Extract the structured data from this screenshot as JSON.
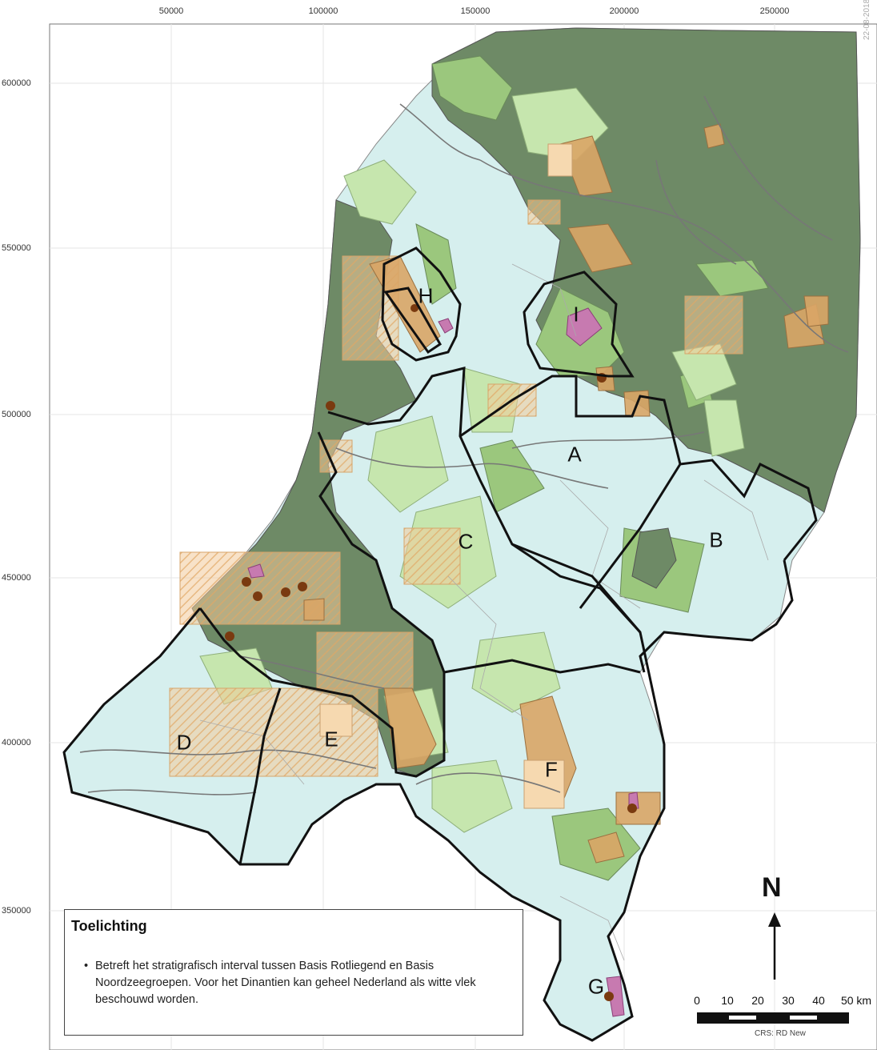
{
  "map": {
    "x_ticks": [
      "50000",
      "100000",
      "150000",
      "200000",
      "250000"
    ],
    "y_ticks": [
      "600000",
      "550000",
      "500000",
      "450000",
      "400000",
      "350000"
    ],
    "date_stamp": "22-08-2018",
    "regions": [
      "A",
      "B",
      "C",
      "D",
      "E",
      "F",
      "G",
      "H",
      "I"
    ],
    "colors": {
      "dark_green": "#6e8a66",
      "mid_green": "#8fbf72",
      "light_green": "#c6e6ae",
      "light_blue": "#d4eeee",
      "orange": "#d8a868",
      "pale_orange": "#f4d4a8",
      "purple": "#c77ab0",
      "brown_dot": "#7a3a10",
      "boundary": "#111111"
    }
  },
  "legend": {
    "title": "Toelichting",
    "note": "Betreft het stratigrafisch interval tussen Basis Rotliegend en Basis Noordzeegroepen. Voor het Dinantien kan geheel Nederland als witte vlek beschouwd worden."
  },
  "north": {
    "letter": "N"
  },
  "scale": {
    "labels": [
      "0",
      "10",
      "20",
      "30",
      "40",
      "50 km"
    ],
    "crs": "CRS: RD New"
  }
}
